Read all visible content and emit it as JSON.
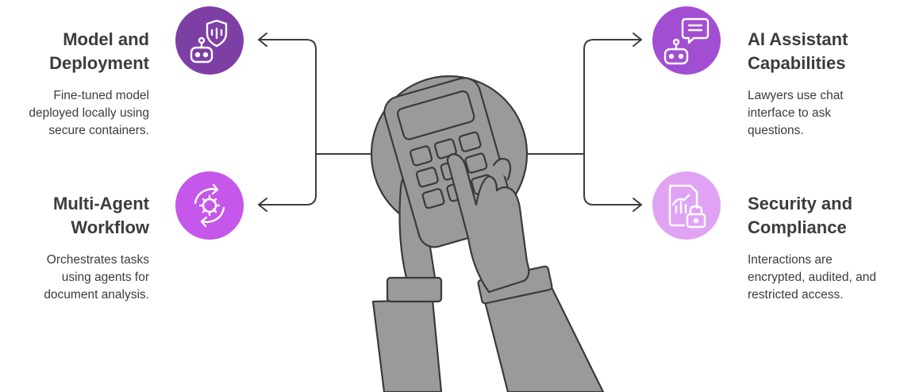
{
  "colors": {
    "text": "#3c3c3c",
    "connector": "#3c3c3c",
    "illustration_gray": "#9a9a9a",
    "illustration_stroke": "#3a3a3a",
    "circle_model": "#7e3fa5",
    "circle_multi": "#c557ea",
    "circle_assistant": "#a24ed3",
    "circle_security": "#e0a3f3"
  },
  "nodes": [
    {
      "id": "model",
      "title": "Model and\nDeployment",
      "description": "Fine-tuned model\ndeployed locally using\nsecure containers.",
      "icon": "robot-shield-icon"
    },
    {
      "id": "multi",
      "title": "Multi-Agent\nWorkflow",
      "description": "Orchestrates tasks\nusing agents for\ndocument analysis.",
      "icon": "gear-cycle-icon"
    },
    {
      "id": "assistant",
      "title": "AI Assistant\nCapabilities",
      "description": "Lawyers use chat\ninterface to ask\nquestions.",
      "icon": "robot-chat-icon"
    },
    {
      "id": "security",
      "title": "Security and\nCompliance",
      "description": "Interactions are\nencrypted, audited, and\nrestricted access.",
      "icon": "document-lock-icon"
    }
  ],
  "center": {
    "icon": "hands-keypad-illustration"
  }
}
